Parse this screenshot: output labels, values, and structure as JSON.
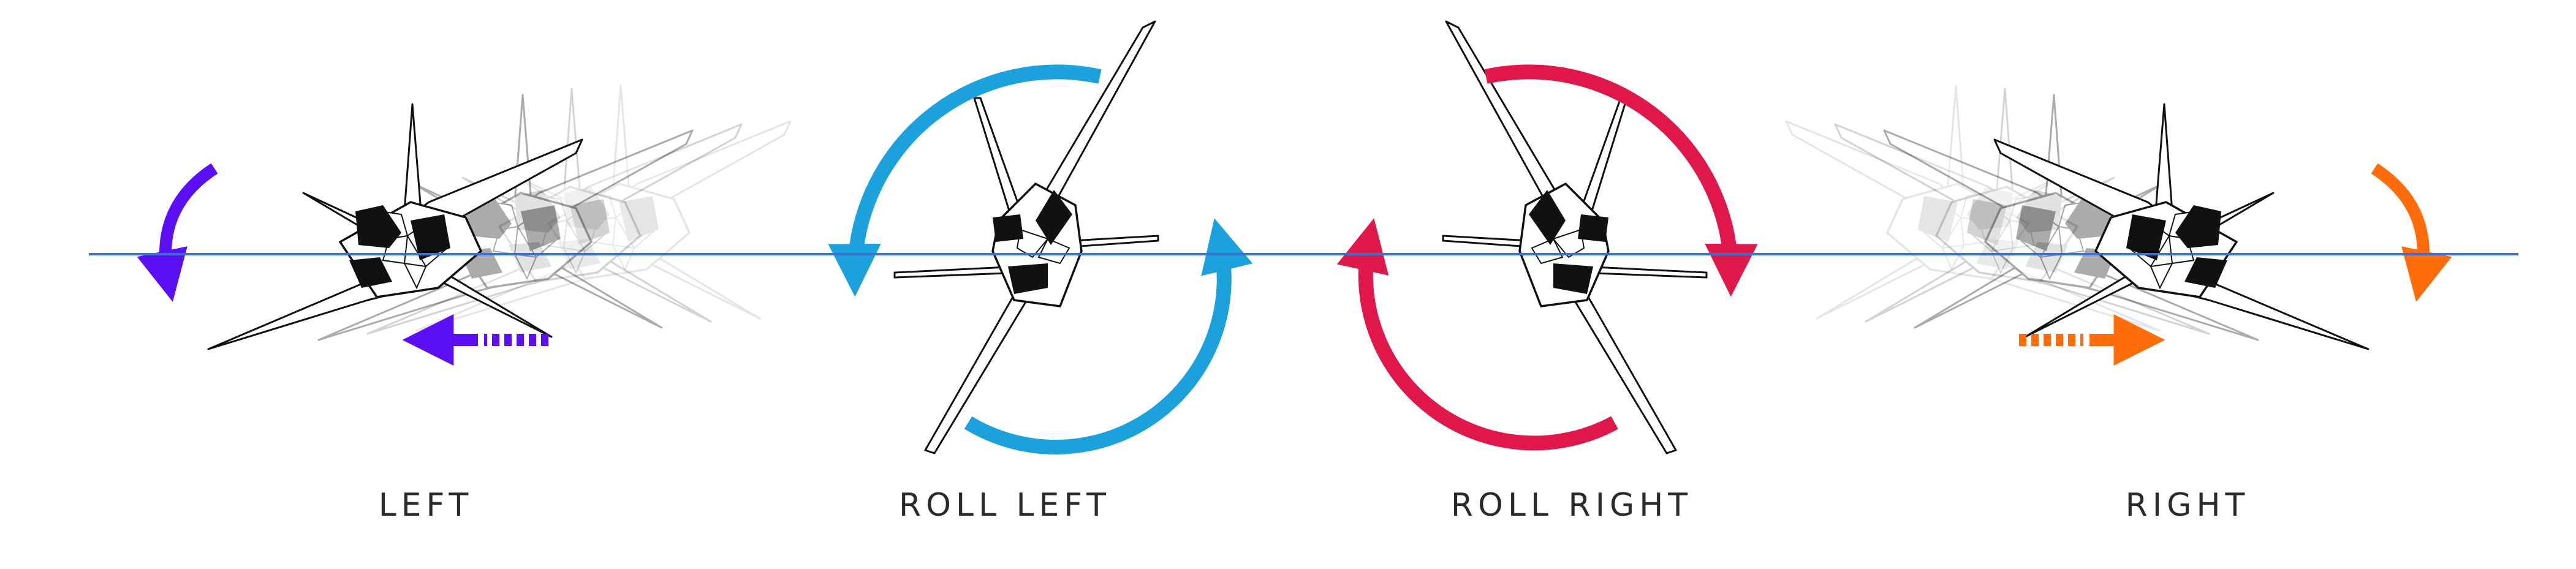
{
  "maneuvers": [
    {
      "key": "left",
      "label": "LEFT",
      "color": "#5B0FF5"
    },
    {
      "key": "roll_left",
      "label": "ROLL LEFT",
      "color": "#1BA1DC"
    },
    {
      "key": "roll_right",
      "label": "ROLL RIGHT",
      "color": "#E0184A"
    },
    {
      "key": "right",
      "label": "RIGHT",
      "color": "#FF6D0A"
    }
  ],
  "horizon_color": "#3A6FD4",
  "ship_ink": "#111111"
}
